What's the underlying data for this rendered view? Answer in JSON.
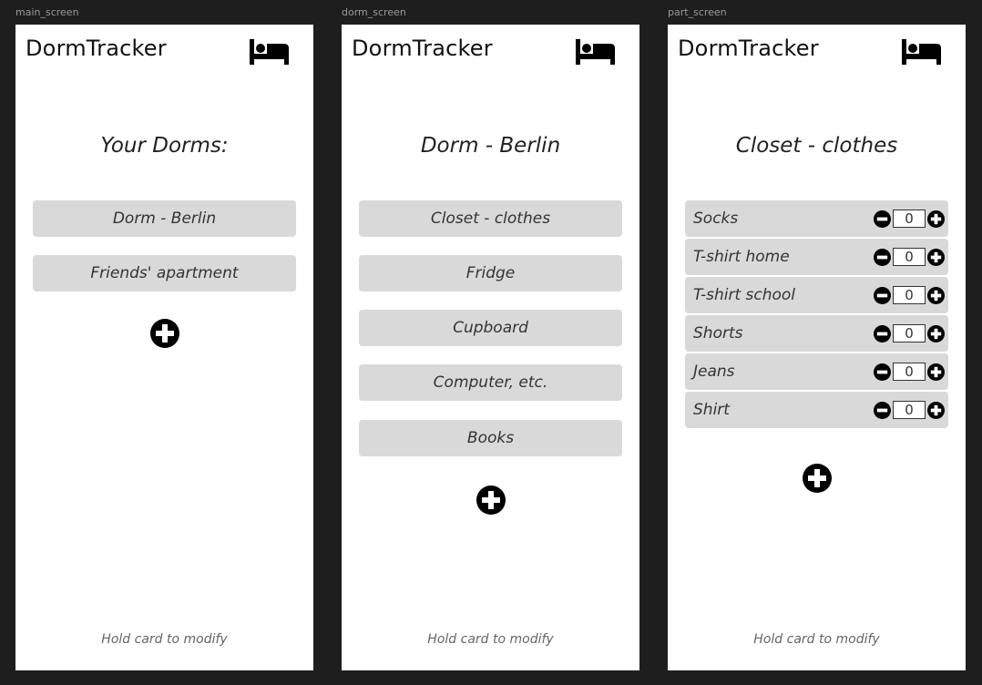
{
  "frames": [
    {
      "label": "main_screen",
      "app_title": "DormTracker",
      "heading": "Your Dorms:",
      "cards": [
        "Dorm - Berlin",
        "Friends' apartment"
      ],
      "hint": "Hold card to modify"
    },
    {
      "label": "dorm_screen",
      "app_title": "DormTracker",
      "heading": "Dorm - Berlin",
      "cards": [
        "Closet - clothes",
        "Fridge",
        "Cupboard",
        "Computer, etc.",
        "Books"
      ],
      "hint": "Hold card to modify"
    },
    {
      "label": "part_screen",
      "app_title": "DormTracker",
      "heading": "Closet - clothes",
      "items": [
        {
          "label": "Socks",
          "quantity": "0"
        },
        {
          "label": "T-shirt home",
          "quantity": "0"
        },
        {
          "label": "T-shirt school",
          "quantity": "0"
        },
        {
          "label": "Shorts",
          "quantity": "0"
        },
        {
          "label": "Jeans",
          "quantity": "0"
        },
        {
          "label": "Shirt",
          "quantity": "0"
        }
      ],
      "hint": "Hold card to modify"
    }
  ],
  "icons": {
    "header": "bed-icon",
    "add": "plus-circle-icon",
    "decrement": "minus-circle-icon",
    "increment": "plus-circle-icon"
  },
  "colors": {
    "canvas": "#1e1e1e",
    "screen": "#ffffff",
    "card": "#d9d9d9",
    "icon": "#000000"
  }
}
